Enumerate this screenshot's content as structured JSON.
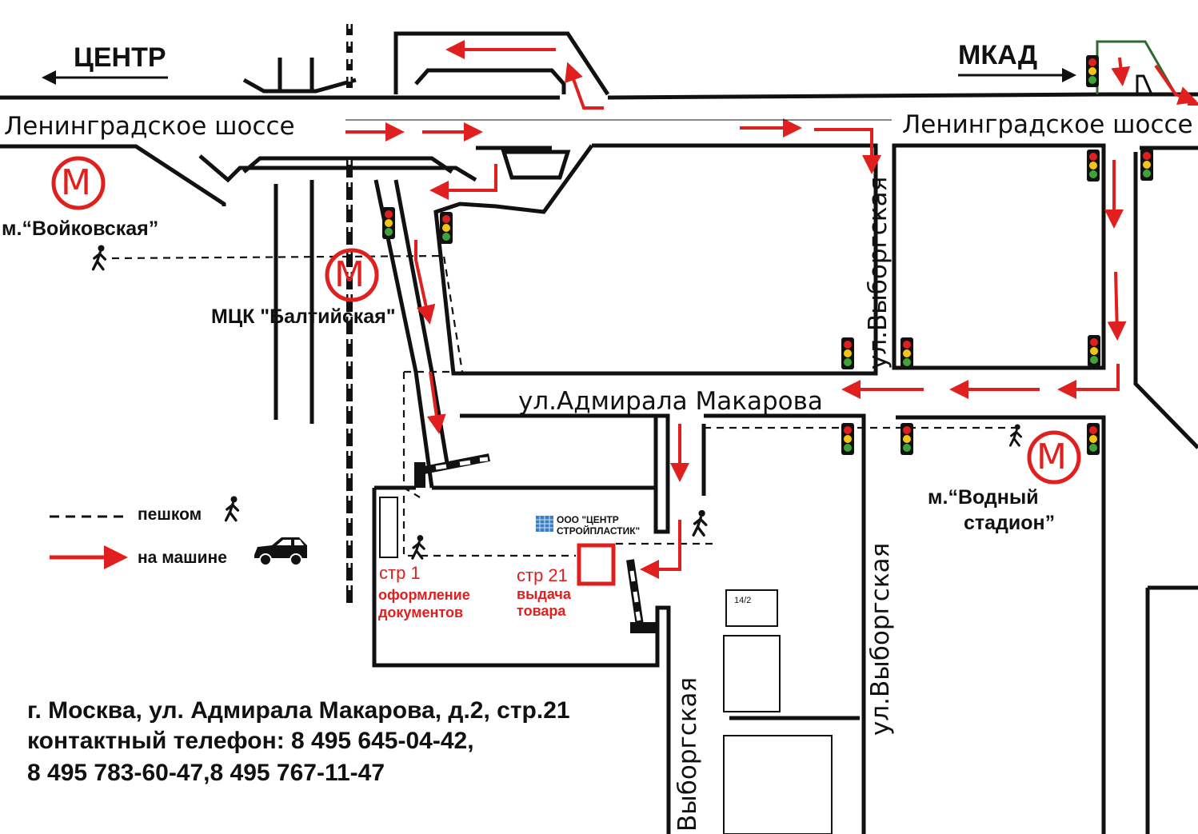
{
  "directions": {
    "center": "ЦЕНТР",
    "mkad": "МКАД"
  },
  "streets": {
    "leningradskoe_left": "Ленинградское шоссе",
    "leningradskoe_right": "Ленинградское шоссе",
    "admirala_makarova": "ул.Адмирала Макарова",
    "vyborgskaya_top": "ул.Выборгская",
    "vyborgskaya_bottom_right": "ул.Выборгская",
    "vyborgskaya_bottom_left": "Выборгская"
  },
  "metro": {
    "symbol": "М",
    "voykovskaya": "м.“Войковская”",
    "baltiyskaya": "МЦК \"Балтийская\"",
    "vodny_line1": "м.“Водный",
    "vodny_line2": "стадион”"
  },
  "legend": {
    "walk": "пешком",
    "car": "на машине"
  },
  "buildings": {
    "str1": "стр 1",
    "str1_desc_line1": "оформление",
    "str1_desc_line2": "документов",
    "str21": "стр 21",
    "str21_desc_line1": "выдача",
    "str21_desc_line2": "товара",
    "company_line1": "ООО \"ЦЕНТР",
    "company_line2": "СТРОЙПЛАСТИК\"",
    "house_number": "14/2"
  },
  "footer": {
    "address": "г. Москва, ул. Адмирала Макарова, д.2, стр.21",
    "phone_line1": "контактный телефон: 8 495 645-04-42,",
    "phone_line2": "8 495 783-60-47,8 495 767-11-47"
  },
  "colors": {
    "route_red": "#e0201f",
    "road_black": "#111111",
    "metro_red": "#e0201f",
    "highlight_green": "#2d6a2d",
    "company_logo_blue": "#3a7fc4"
  }
}
